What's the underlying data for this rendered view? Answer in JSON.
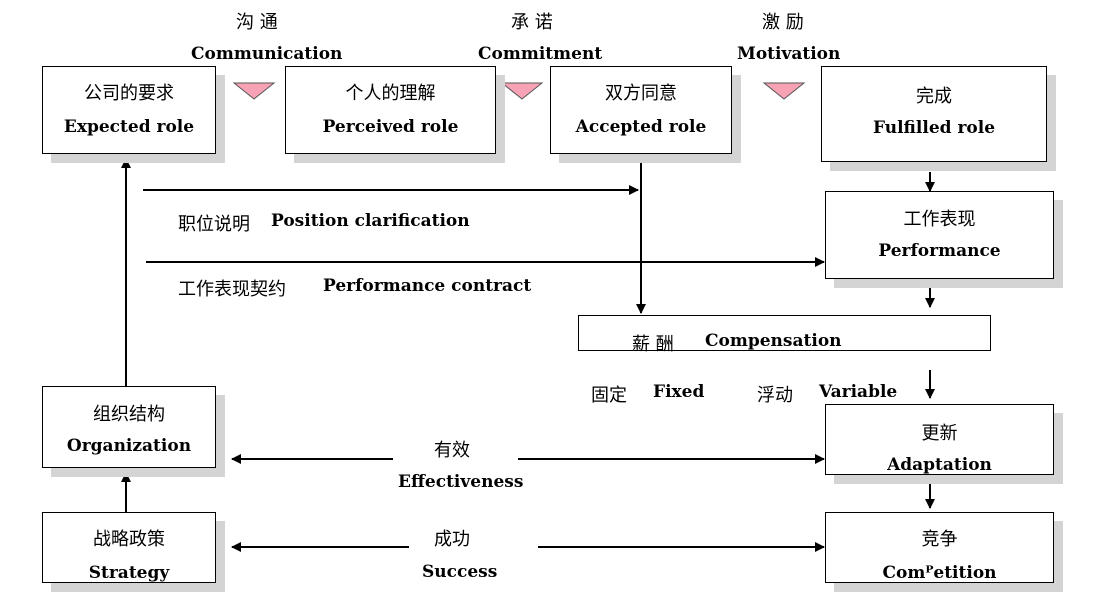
{
  "top_labels": {
    "communication_zh": "沟 通",
    "communication_en": "Communication",
    "commitment_zh": "承 诺",
    "commitment_en": "Commitment",
    "motivation_zh": "激 励",
    "motivation_en": "Motivation"
  },
  "boxes": {
    "expected": {
      "zh": "公司的要求",
      "en": "Expected role"
    },
    "perceived": {
      "zh": "个人的理解",
      "en": "Perceived role"
    },
    "accepted": {
      "zh": "双方同意",
      "en": "Accepted role"
    },
    "fulfilled": {
      "zh": "完成",
      "en": "Fulfilled role"
    },
    "performance": {
      "zh": "工作表现",
      "en": "Performance"
    },
    "compensation": {
      "zh": "薪 酬",
      "en": "Compensation"
    },
    "organization": {
      "zh": "组织结构",
      "en": "Organization"
    },
    "adaptation": {
      "zh": "更新",
      "en": "Adaptation"
    },
    "strategy": {
      "zh": "战略政策",
      "en": "Strategy"
    },
    "competition": {
      "zh": "竞争",
      "en": "Comᴾetition"
    }
  },
  "labels": {
    "position_zh": "职位说明",
    "position_en": "Position clarification",
    "contract_zh": "工作表现契约",
    "contract_en": "Performance contract",
    "fixed_zh": "固定",
    "fixed_en": "Fixed",
    "variable_zh": "浮动",
    "variable_en": "Variable",
    "effectiveness_zh": "有效",
    "effectiveness_en": "Effectiveness",
    "success_zh": "成功",
    "success_en": "Success"
  }
}
